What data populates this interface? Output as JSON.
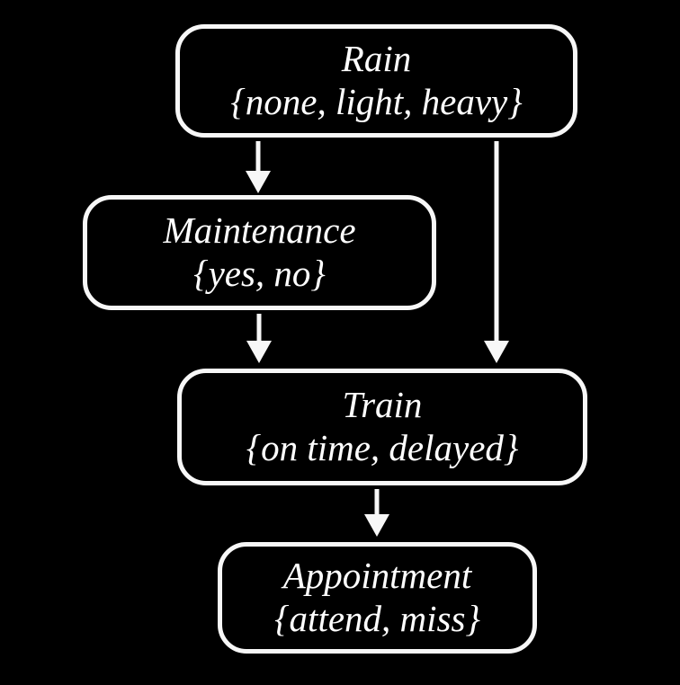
{
  "diagram": {
    "title": "bayesian-network",
    "background_color": "#000000",
    "stroke_color": "#f7f7f7",
    "text_color": "#ffffff",
    "nodes": [
      {
        "id": "rain",
        "label": "Rain",
        "values": "{none, light, heavy}"
      },
      {
        "id": "maintenance",
        "label": "Maintenance",
        "values": "{yes, no}"
      },
      {
        "id": "train",
        "label": "Train",
        "values": "{on time, delayed}"
      },
      {
        "id": "appointment",
        "label": "Appointment",
        "values": "{attend, miss}"
      }
    ],
    "edges": [
      {
        "from": "rain",
        "to": "maintenance"
      },
      {
        "from": "rain",
        "to": "train"
      },
      {
        "from": "maintenance",
        "to": "train"
      },
      {
        "from": "train",
        "to": "appointment"
      }
    ]
  }
}
